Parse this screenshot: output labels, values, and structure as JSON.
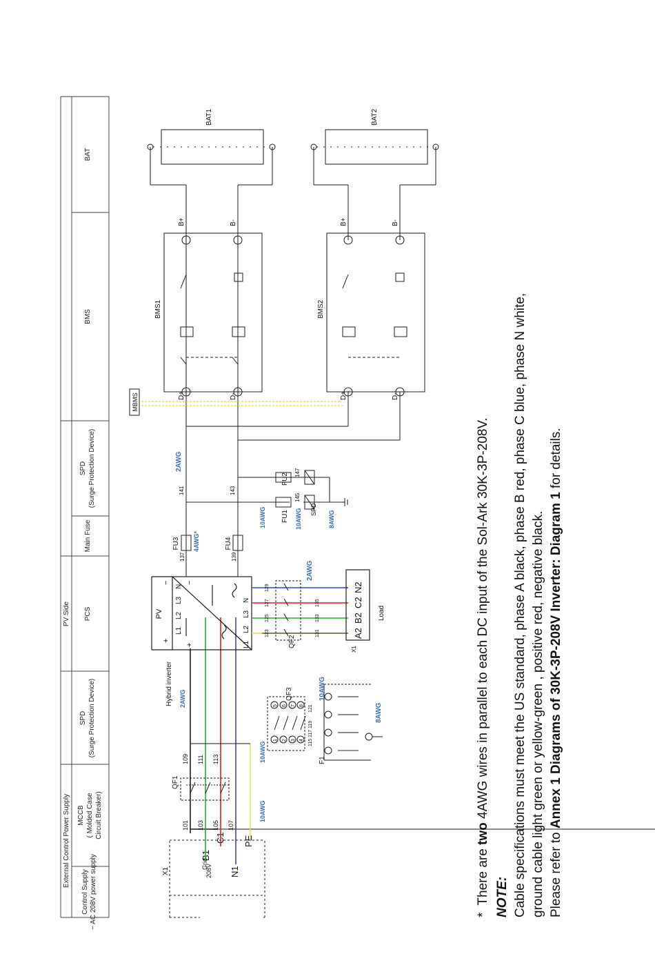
{
  "table": {
    "group_external": "External Control Power Supply",
    "group_pv": "PV Side",
    "col_control_1": "Control Supply",
    "col_control_2": "~ AC 208V power supply",
    "col_mccb_1": "MCCB",
    "col_mccb_2": "( Molded Case",
    "col_mccb_3": "Circuit Breaker)",
    "col_spd_left_1": "SPD",
    "col_spd_left_2": "(Surge Protection Device)",
    "col_pcs": "PCS",
    "col_fuse": "Main Fuse",
    "col_spd_right_1": "SPD",
    "col_spd_right_2": "(Surge Protection Device)",
    "col_bms": "BMS",
    "col_bat": "BAT"
  },
  "diagram": {
    "x1": "X1",
    "b1": "B1",
    "grid": "Grid",
    "v208": "208V",
    "c1": "C1",
    "n1": "N1",
    "pe": "PE",
    "w101": "101",
    "w103": "103",
    "w105": "105",
    "w107": "107",
    "w109": "109",
    "w111": "111",
    "w113": "113",
    "qf1": "QF1",
    "awg10_a": "10AWG",
    "awg10_b": "10AWG",
    "awg2_a": "2AWG",
    "hybrid": "Hybrid inverter",
    "qf3": "QF3",
    "f1": "F1",
    "awg10_c": "10AWG",
    "awg8_a": "8AWG",
    "w115": "115",
    "w117": "117",
    "w119": "119",
    "w121": "121",
    "sp_1": "1",
    "sp_2": "2",
    "sp_3": "3",
    "sp_4": "4",
    "sp_5": "5",
    "sp_6": "6",
    "sp_7": "7",
    "sp_8": "8",
    "inv_l1": "L1",
    "inv_l2": "L2",
    "inv_l3": "L3",
    "inv_n": "N",
    "out_l1": "L1",
    "out_l2": "L2",
    "out_l3": "L3",
    "out_n": "N",
    "pv": "PV",
    "plus1": "+",
    "minus1": "−",
    "plus2": "+",
    "minus2": "−",
    "w123": "123",
    "w125": "125",
    "w127": "127",
    "w129": "129",
    "qf2": "QF2",
    "w131": "131",
    "w133": "133",
    "w135": "135",
    "awg2_b": "2AWG",
    "a2": "A2",
    "b2": "B2",
    "c2": "C2",
    "n2": "N2",
    "x1b": "X1",
    "load": "Load",
    "fu3": "FU3",
    "fu4": "FU4",
    "w137": "137",
    "w139": "139",
    "awg4": "4AWG*",
    "w141": "141",
    "w143": "143",
    "awg2_c": "2AWG",
    "fu1": "FU1",
    "fu2": "FU2",
    "w145": "145",
    "w147": "147",
    "awg10_d": "10AWG",
    "awg10_e": "10AWG",
    "spd": "SPD",
    "awg8_b": "8AWG",
    "mbms": "MBMS",
    "bms1": "BMS1",
    "bms2": "BMS2",
    "dplus1": "D+",
    "dminus1": "D-",
    "dplus2": "D+",
    "dminus2": "D-",
    "bplus1": "B+",
    "bminus1": "B-",
    "bplus2": "B+",
    "bminus2": "B-",
    "bat1": "BAT1",
    "bat2": "BAT2"
  },
  "notes": {
    "star_mark": "*",
    "star_a": "There are ",
    "star_b": "two",
    "star_c": " 4AWG wires in parallel to each DC input of the Sol-Ark 30K-3P-208V.",
    "note_title": "NOTE:",
    "spec_1": "Cable specifications must meet the US standard, phase A black, phase B red, phase C blue, phase N white,",
    "spec_2": "ground cable light green or yellow-green , positive red, negative black.",
    "refer_a": "Please refer to ",
    "refer_b": "Annex 1 Diagrams of 30K-3P-208V Inverter: Diagram 1",
    "refer_c": " for details."
  },
  "colors": {
    "line": "#1a1a1a",
    "phase_black": "#1a1a1a",
    "phase_green": "#2fa82f",
    "phase_red": "#d42222",
    "phase_blue": "#3440c8",
    "ground_yellow": "#e6d84a",
    "awg_blue": "#3a6fb0"
  }
}
